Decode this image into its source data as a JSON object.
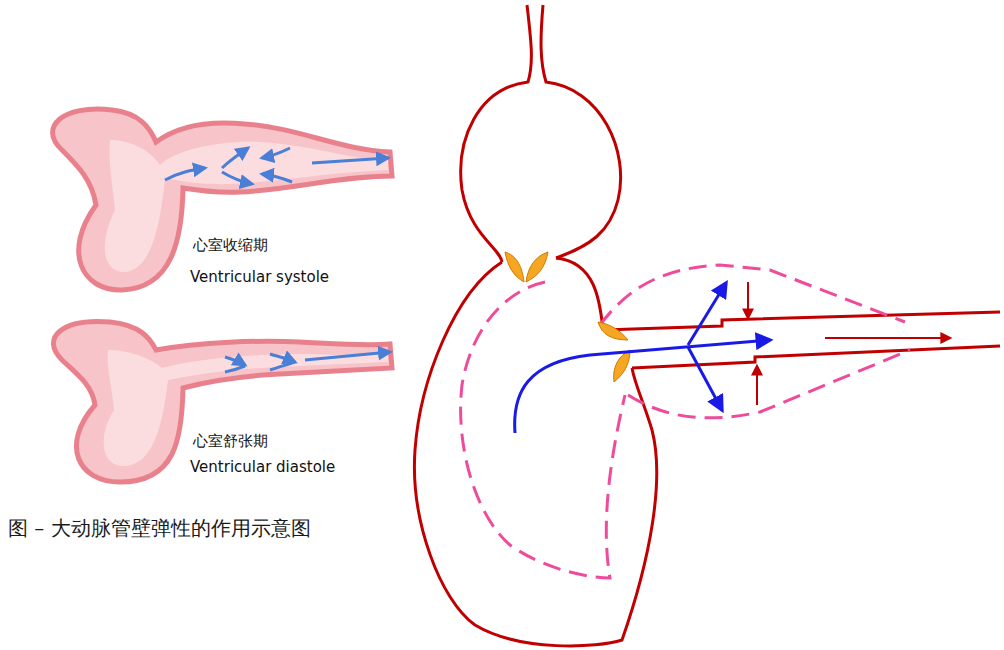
{
  "diagram": {
    "caption": "图 – 大动脉管壁弹性的作用示意图",
    "labels": [
      "心室收缩期",
      "Ventricular systole",
      "心室舒张期",
      "Ventricular diastole"
    ]
  }
}
